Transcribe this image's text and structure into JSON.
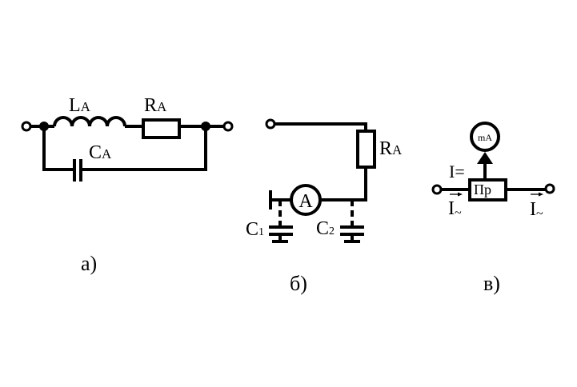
{
  "diagram_a": {
    "caption": "а)",
    "inductor": {
      "label": "L",
      "subscript": "A"
    },
    "resistor": {
      "label": "R",
      "subscript": "A"
    },
    "capacitor": {
      "label": "C",
      "subscript": "A"
    }
  },
  "diagram_b": {
    "caption": "б)",
    "resistor": {
      "label": "R",
      "subscript": "A"
    },
    "ammeter": {
      "label": "A"
    },
    "capacitor1": {
      "label": "C",
      "subscript": "1"
    },
    "capacitor2": {
      "label": "C",
      "subscript": "2"
    }
  },
  "diagram_c": {
    "caption": "в)",
    "meter": {
      "label": "mA"
    },
    "converter": {
      "label": "Пр"
    },
    "dc_current": {
      "label": "I="
    },
    "ac_current_in": {
      "label": "I",
      "subscript": "~"
    },
    "ac_current_out": {
      "label": "I",
      "subscript": "~"
    }
  }
}
